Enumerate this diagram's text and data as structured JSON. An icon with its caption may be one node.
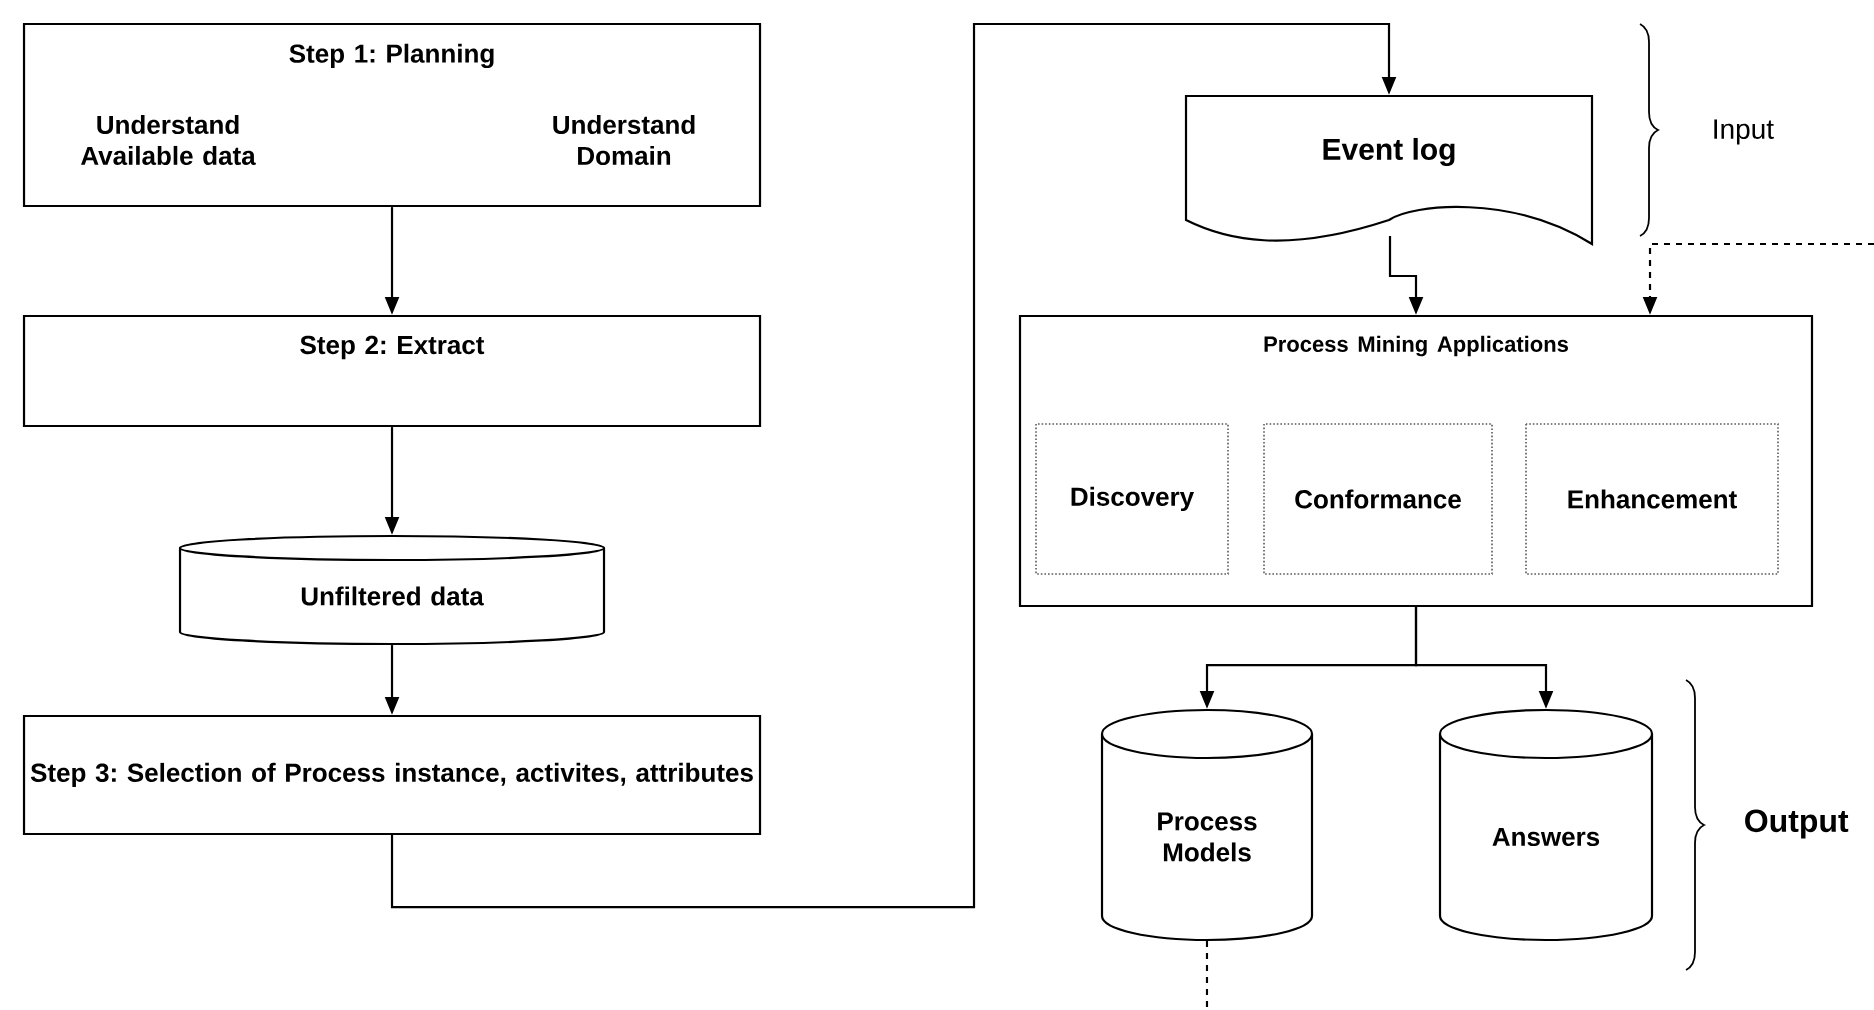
{
  "diagram": {
    "nodes": [
      {
        "text": [
          "Step 1: Planning",
          "Understand Available data",
          "Understand Domain"
        ]
      },
      {
        "text": [
          "Step 2: Extract"
        ]
      },
      {
        "text": [
          "Unfiltered data"
        ]
      },
      {
        "text": [
          "Step 3: Selection of Process instance, activites, attributes"
        ]
      },
      {
        "text": [
          "Event log"
        ]
      },
      {
        "text": [
          "Process Mining Applications"
        ]
      },
      {
        "text": [
          "Discovery"
        ],
        "in": 5
      },
      {
        "text": [
          "Conformance"
        ],
        "in": 5
      },
      {
        "text": [
          "Enhancement"
        ],
        "in": 5
      },
      {
        "text": [
          "Process Models"
        ]
      },
      {
        "text": [
          "Answers"
        ]
      }
    ],
    "edges": [
      {
        "from": 0,
        "to": 1,
        "arrow": "to"
      },
      {
        "from": 1,
        "to": 2,
        "arrow": "to"
      },
      {
        "from": 2,
        "to": 3,
        "arrow": "to"
      },
      {
        "from": 3,
        "to": 4,
        "arrow": "to"
      },
      {
        "from": 4,
        "to": 5,
        "arrow": "to"
      },
      {
        "from": 5,
        "to": 9,
        "arrow": "to"
      },
      {
        "from": 5,
        "to": 10,
        "arrow": "to"
      },
      {
        "from": null,
        "to": 5,
        "arrow": "to",
        "style": "dashed"
      },
      {
        "from": 9,
        "to": null,
        "arrow": "none",
        "style": "dashed"
      }
    ],
    "labels": [
      "Input",
      "Output"
    ]
  }
}
